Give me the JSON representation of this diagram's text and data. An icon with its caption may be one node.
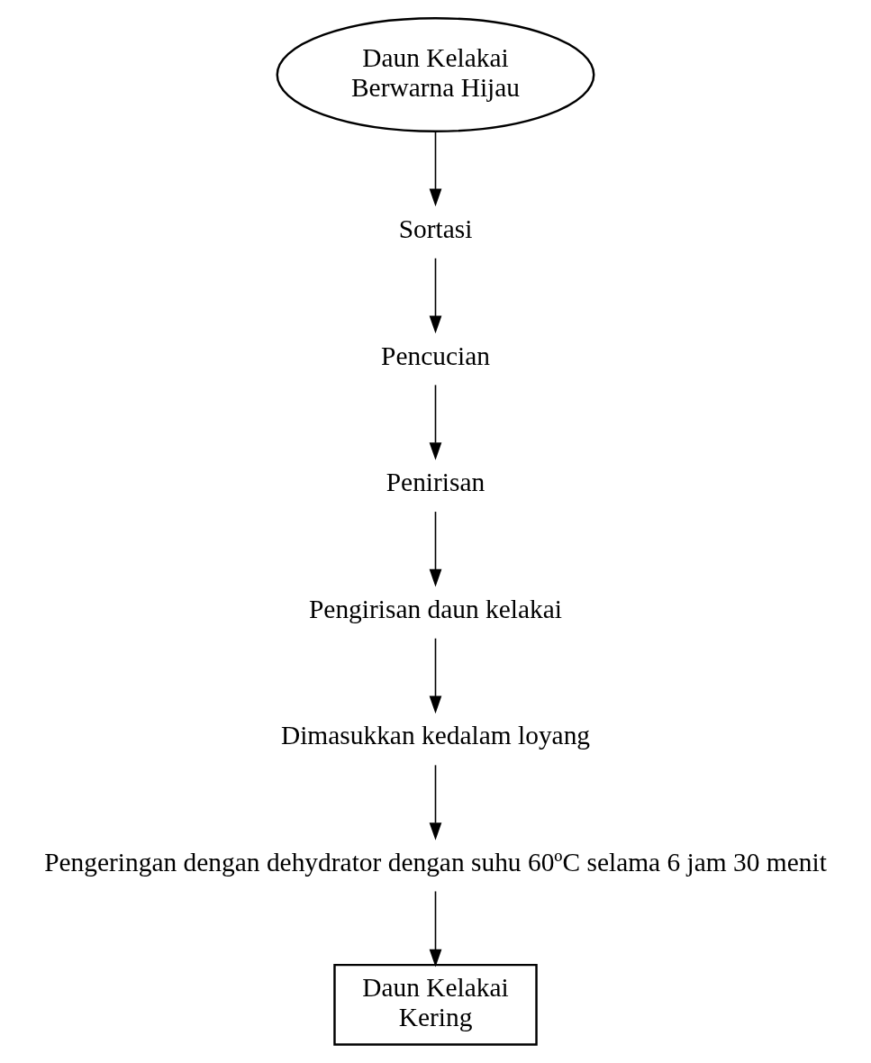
{
  "diagram": {
    "nodes": [
      {
        "text": [
          "Daun Kelakai Berwarna Hijau"
        ]
      },
      {
        "text": [
          "Sortasi"
        ]
      },
      {
        "text": [
          "Pencucian"
        ]
      },
      {
        "text": [
          "Penirisan"
        ]
      },
      {
        "text": [
          "Pengirisan daun kelakai"
        ]
      },
      {
        "text": [
          "Dimasukkan kedalam loyang"
        ]
      },
      {
        "text": [
          "Pengeringan dengan dehydrator dengan suhu 60ºC selama 6 jam 30 menit"
        ]
      },
      {
        "text": [
          "Daun Kelakai Kering"
        ]
      }
    ],
    "edges": [
      {
        "from": 0,
        "to": 1,
        "arrow": "to"
      },
      {
        "from": 1,
        "to": 2,
        "arrow": "to"
      },
      {
        "from": 2,
        "to": 3,
        "arrow": "to"
      },
      {
        "from": 3,
        "to": 4,
        "arrow": "to"
      },
      {
        "from": 4,
        "to": 5,
        "arrow": "to"
      },
      {
        "from": 5,
        "to": 6,
        "arrow": "to"
      },
      {
        "from": 6,
        "to": 7,
        "arrow": "to"
      }
    ]
  }
}
